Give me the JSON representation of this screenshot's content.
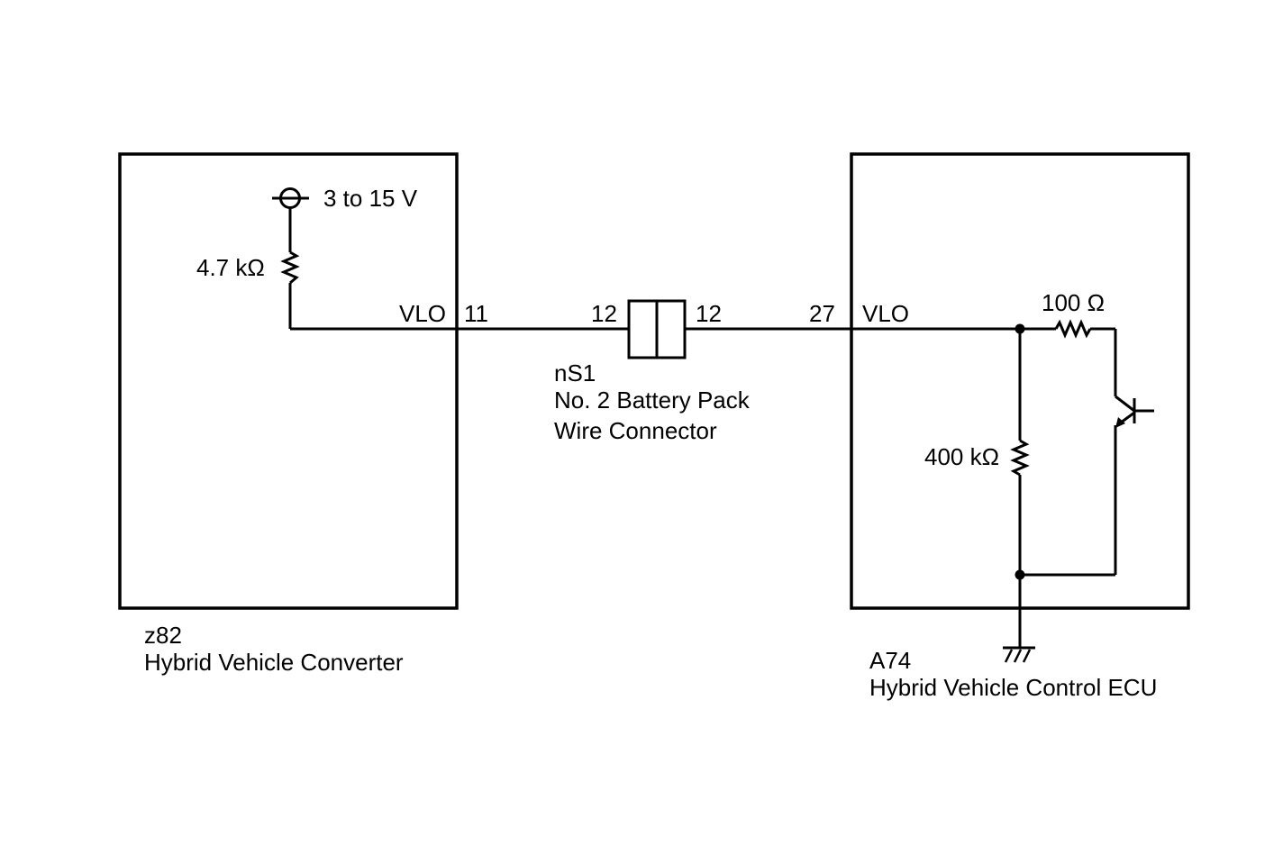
{
  "left_module": {
    "code": "z82",
    "name": "Hybrid Vehicle Converter",
    "supply_label": "3 to 15 V",
    "resistor_label": "4.7 kΩ",
    "terminal_name": "VLO",
    "terminal_pin": "11"
  },
  "connector": {
    "code": "nS1",
    "name_line1": "No. 2 Battery Pack",
    "name_line2": "Wire Connector",
    "pin_left": "12",
    "pin_right": "12"
  },
  "right_module": {
    "code": "A74",
    "name": "Hybrid Vehicle Control ECU",
    "terminal_pin": "27",
    "terminal_name": "VLO",
    "resistor_series_label": "100 Ω",
    "resistor_pulldown_label": "400 kΩ"
  }
}
